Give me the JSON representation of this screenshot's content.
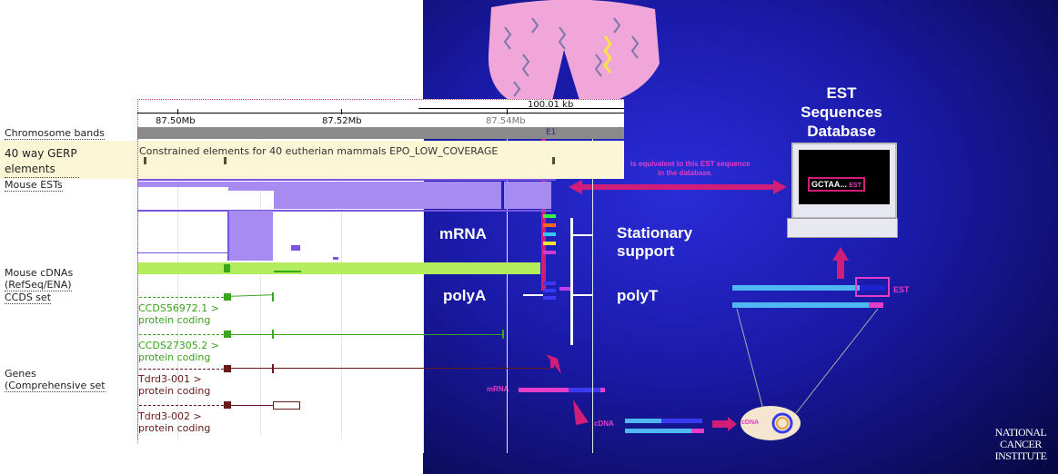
{
  "browser": {
    "ruler": {
      "coord_1": "87.50Mb",
      "coord_2": "87.52Mb",
      "coord_3": "100.01 kb",
      "coord_4": "87.54Mb",
      "band_label": "E1"
    },
    "tracks": {
      "chromosome_bands": "Chromosome bands",
      "gerp_line1": "40 way GERP",
      "gerp_line2": "elements",
      "gerp_desc": "Constrained elements for 40 eutherian mammals EPO_LOW_COVERAGE",
      "mouse_ests": "Mouse ESTs",
      "mouse_cdnas_line1": "Mouse cDNAs",
      "mouse_cdnas_line2": "(RefSeq/ENA)",
      "ccds_set": "CCDS set",
      "genes_line1": "Genes",
      "genes_line2": "(Comprehensive set"
    },
    "features": {
      "ccds1_id": "CCDS56972.1 >",
      "ccds1_type": "protein coding",
      "ccds2_id": "CCDS27305.2 >",
      "ccds2_type": "protein coding",
      "gene1_id": "Tdrd3-001 >",
      "gene1_type": "protein coding",
      "gene2_id": "Tdrd3-002 >",
      "gene2_type": "protein coding"
    }
  },
  "slide": {
    "db_title_1": "EST",
    "db_title_2": "Sequences",
    "db_title_3": "Database",
    "screen_seq": "GCTAA...",
    "screen_est": "EST",
    "equiv_line1": "is equivalent to this EST sequence",
    "equiv_line2": "in the database.",
    "mrna": "mRNA",
    "polyA": "polyA",
    "stationary_1": "Stationary",
    "stationary_2": "support",
    "polyT": "polyT",
    "est_tag": "EST",
    "mrna_small": "mRNA",
    "cdna_small": "cDNA",
    "cdna_oval": "cDNA",
    "nci_1": "NATIONAL",
    "nci_2": "CANCER",
    "nci_3": "INSTITUTE"
  }
}
